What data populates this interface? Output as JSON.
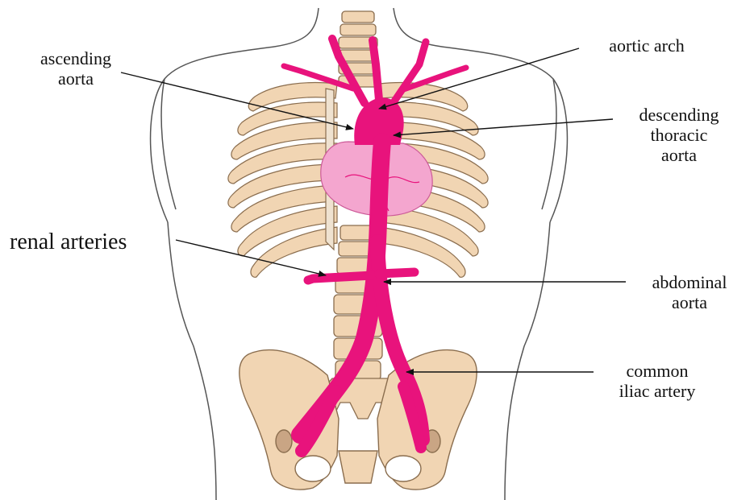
{
  "labels": {
    "ascending_aorta": [
      "ascending",
      "aorta"
    ],
    "aortic_arch": [
      "aortic arch"
    ],
    "descending_thoracic_aorta": [
      "descending",
      "thoracic",
      "aorta"
    ],
    "renal_arteries": [
      "renal arteries"
    ],
    "abdominal_aorta": [
      "abdominal",
      "aorta"
    ],
    "common_iliac_artery": [
      "common",
      "iliac artery"
    ]
  },
  "colors": {
    "artery": "#e8137c",
    "heart": "#f4a6cf",
    "bone": "#f1d5b3",
    "bone_outline": "#8a6d4e",
    "body_outline": "#555555",
    "pointer": "#111111"
  }
}
